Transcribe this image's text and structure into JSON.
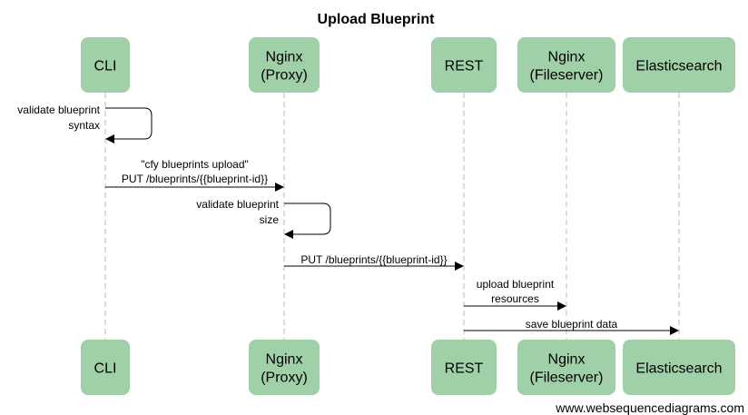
{
  "title": "Upload Blueprint",
  "participants": [
    {
      "id": "cli",
      "lines": [
        "CLI"
      ]
    },
    {
      "id": "nginx-proxy",
      "lines": [
        "Nginx",
        "(Proxy)"
      ]
    },
    {
      "id": "rest",
      "lines": [
        "REST"
      ]
    },
    {
      "id": "nginx-fileserver",
      "lines": [
        "Nginx",
        "(Fileserver)"
      ]
    },
    {
      "id": "elasticsearch",
      "lines": [
        "Elasticsearch"
      ]
    }
  ],
  "messages": [
    {
      "from": "cli",
      "to": "cli",
      "lines": [
        "validate blueprint",
        "syntax"
      ]
    },
    {
      "from": "cli",
      "to": "nginx-proxy",
      "lines": [
        "\"cfy blueprints upload\"",
        "PUT /blueprints/{{blueprint-id}}"
      ]
    },
    {
      "from": "nginx-proxy",
      "to": "nginx-proxy",
      "lines": [
        "validate blueprint",
        "size"
      ]
    },
    {
      "from": "nginx-proxy",
      "to": "rest",
      "lines": [
        "PUT /blueprints/{{blueprint-id}}"
      ]
    },
    {
      "from": "rest",
      "to": "nginx-fileserver",
      "lines": [
        "upload blueprint",
        "resources"
      ]
    },
    {
      "from": "rest",
      "to": "elasticsearch",
      "lines": [
        "save blueprint data"
      ]
    }
  ],
  "watermark": "www.websequencediagrams.com",
  "colors": {
    "actor_fill": "#a0d0a8",
    "lifeline": "#b8b8b8"
  }
}
